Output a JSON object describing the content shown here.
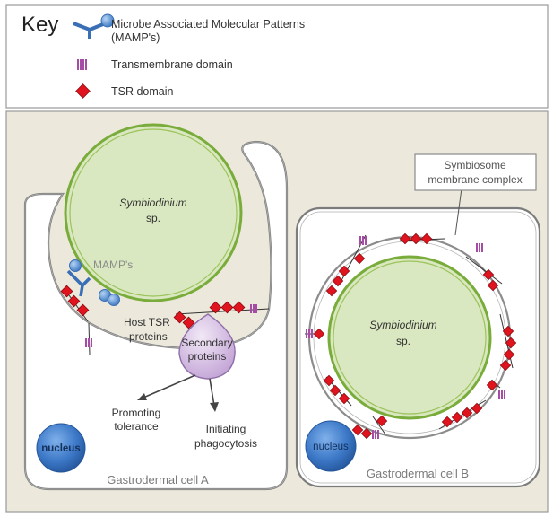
{
  "key": {
    "title": "Key",
    "mamp_line1": "Microbe Associated Molecular Patterns",
    "mamp_line2": "(MAMP's)",
    "transmembrane": "Transmembrane domain",
    "tsr": "TSR domain"
  },
  "cell_a": {
    "symbiodinium": "Symbiodinium",
    "sp": "sp.",
    "mamps": "MAMP's",
    "host_tsr_line1": "Host TSR",
    "host_tsr_line2": "proteins",
    "secondary_line1": "Secondary",
    "secondary_line2": "proteins",
    "promoting_line1": "Promoting",
    "promoting_line2": "tolerance",
    "initiating_line1": "Initiating",
    "initiating_line2": "phagocytosis",
    "nucleus": "nucleus",
    "cell_label": "Gastrodermal cell A"
  },
  "cell_b": {
    "callout_line1": "Symbiosome",
    "callout_line2": "membrane complex",
    "symbiodinium": "Symbiodinium",
    "sp": "sp.",
    "nucleus": "nucleus",
    "cell_label": "Gastrodermal cell B"
  },
  "colors": {
    "symbiont_fill": "#d9e8c0",
    "symbiont_ring": "#7aac3c",
    "tsr": "#e0141e",
    "transmembrane": "#a64ca6",
    "mamp": "#5a8fd0",
    "nucleus": "#2f6fbf",
    "background": "#ece9dc",
    "secondary_proteins": "#d7c3e3"
  }
}
